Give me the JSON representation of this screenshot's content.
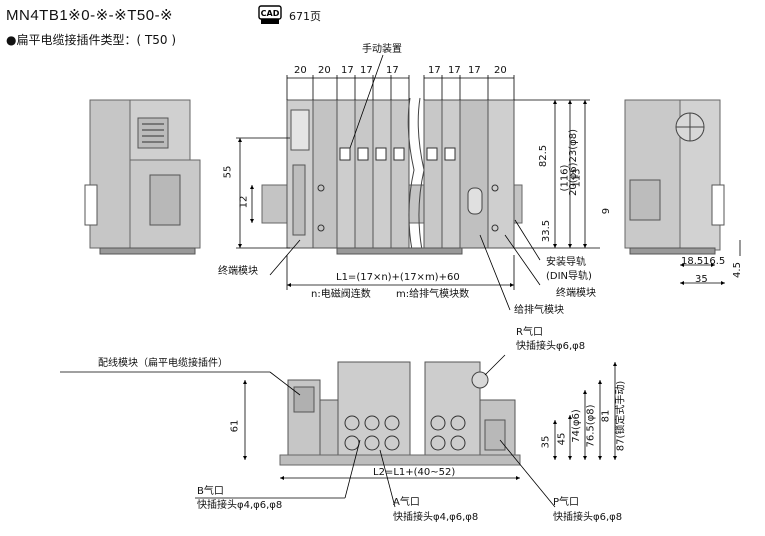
{
  "header": {
    "model": "MN4TB1※0-※-※T50-※",
    "cad_badge": "CAD",
    "cad_ref": "671页",
    "subtitle": "●扁平电缆接插件类型：( T50 )"
  },
  "front_view": {
    "top_dims": [
      "20",
      "20",
      "17",
      "17",
      "17",
      "17",
      "17",
      "17",
      "20"
    ],
    "manual_device": "手动装置",
    "height_55": "55",
    "height_12": "12",
    "height_825": "82.5",
    "height_116": "(116)",
    "height_113": "113",
    "height_335": "33.5",
    "phi_dims": "20(φ6)23(φ8)",
    "height_9": "9",
    "end_block_left": "终端模块",
    "l1_formula": "L1=(17×n)+(17×m)+60",
    "n_label": "n:电磁阀连数",
    "m_label": "m:给排气模块数",
    "mount_rail": "安装导轨",
    "din_rail": "(DIN导轨)",
    "end_block_right": "终端模块",
    "supply_exhaust_block": "给排气模块"
  },
  "side_view": {
    "dim_185": "18.5",
    "dim_165": "16.5",
    "dim_35": "35",
    "dim_45": "4.5"
  },
  "bottom_view": {
    "wiring_block": "配线模块（扁平电缆接插件）",
    "r_port": "R气口",
    "r_fitting": "快插接头φ6,φ8",
    "height_61": "61",
    "height_35": "35",
    "height_45": "45",
    "height_74": "74(φ6)",
    "height_765": "76.5(φ8)",
    "height_81": "81",
    "height_87": "87(锁定式手动)",
    "l2_formula": "L2=L1+(40~52)",
    "b_port": "B气口",
    "b_fitting": "快插接头φ4,φ6,φ8",
    "a_port": "A气口",
    "a_fitting": "快插接头φ4,φ6,φ8",
    "p_port": "P气口",
    "p_fitting": "快插接头φ6,φ8"
  },
  "colors": {
    "body_fill": "#c9c9c9",
    "body_dark": "#a9a9a9",
    "line": "#000000"
  }
}
